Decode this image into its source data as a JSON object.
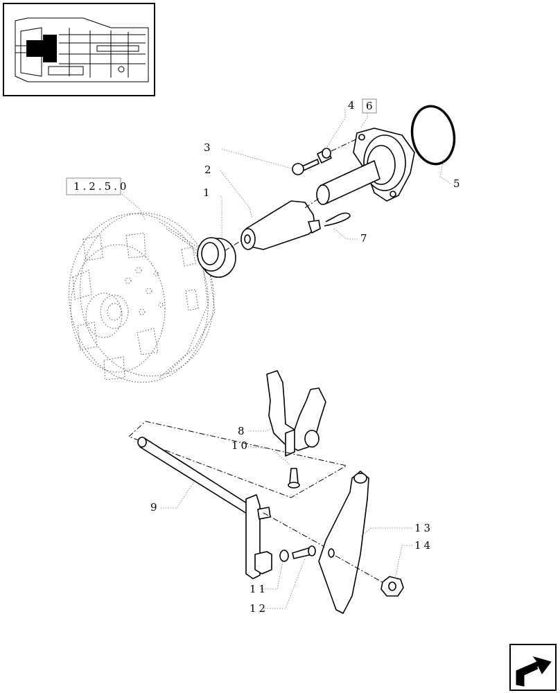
{
  "reference_box": "1.2.5.0",
  "callouts": [
    {
      "id": "c1",
      "text": "1"
    },
    {
      "id": "c2",
      "text": "2"
    },
    {
      "id": "c3",
      "text": "3"
    },
    {
      "id": "c4",
      "text": "4"
    },
    {
      "id": "c5",
      "text": "5"
    },
    {
      "id": "c6",
      "text": "6"
    },
    {
      "id": "c7",
      "text": "7"
    },
    {
      "id": "c8",
      "text": "8"
    },
    {
      "id": "c9",
      "text": "9"
    },
    {
      "id": "c10",
      "text": "10"
    },
    {
      "id": "c11",
      "text": "11"
    },
    {
      "id": "c12",
      "text": "12"
    },
    {
      "id": "c13",
      "text": "13"
    },
    {
      "id": "c14",
      "text": "14"
    }
  ],
  "icons": {
    "thumbnail": "transmission-thumbnail-icon",
    "next_page": "next-page-arrow-icon"
  }
}
